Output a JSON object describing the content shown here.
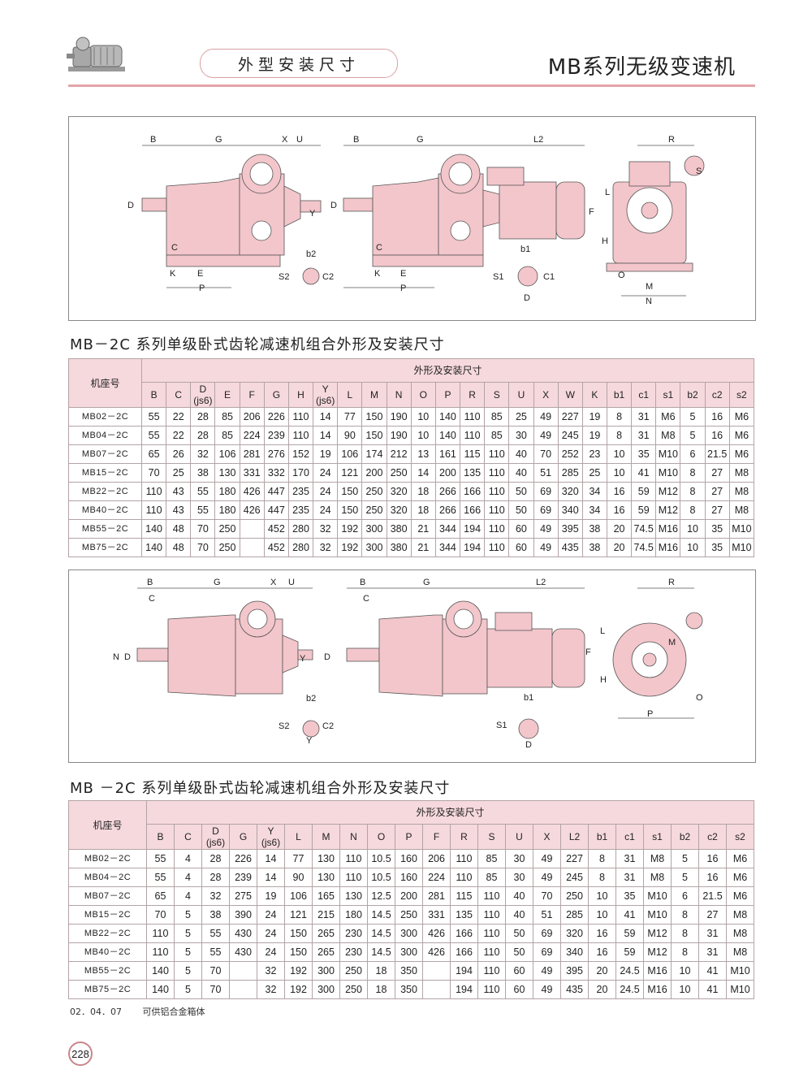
{
  "header": {
    "tab_label": "外型安装尺寸",
    "series_title": "MB系列无级变速机"
  },
  "colors": {
    "accent": "#e4a4aa",
    "fill": "#f6d9dd",
    "machine": "#f3c6cb"
  },
  "drawing1": {
    "labels": [
      "B",
      "G",
      "X",
      "U",
      "L2",
      "R",
      "D",
      "Y",
      "C",
      "K",
      "E",
      "P",
      "b2",
      "S2",
      "C2",
      "b1",
      "S1",
      "C1",
      "S",
      "L",
      "F",
      "H",
      "O",
      "M",
      "N"
    ]
  },
  "table1": {
    "title": "MB－2C 系列单级卧式齿轮减速机组合外形及安装尺寸",
    "corner": "机座号",
    "band": "外形及安装尺寸",
    "columns": [
      "B",
      "C",
      "D\n(js6)",
      "E",
      "F",
      "G",
      "H",
      "Y\n(js6)",
      "L",
      "M",
      "N",
      "O",
      "P",
      "R",
      "S",
      "U",
      "X",
      "W",
      "K",
      "b1",
      "c1",
      "s1",
      "b2",
      "c2",
      "s2"
    ],
    "rows": [
      [
        "MB02－2C",
        "55",
        "22",
        "28",
        "85",
        "206",
        "226",
        "110",
        "14",
        "77",
        "150",
        "190",
        "10",
        "140",
        "110",
        "85",
        "25",
        "49",
        "227",
        "19",
        "8",
        "31",
        "M6",
        "5",
        "16",
        "M6"
      ],
      [
        "MB04－2C",
        "55",
        "22",
        "28",
        "85",
        "224",
        "239",
        "110",
        "14",
        "90",
        "150",
        "190",
        "10",
        "140",
        "110",
        "85",
        "30",
        "49",
        "245",
        "19",
        "8",
        "31",
        "M8",
        "5",
        "16",
        "M6"
      ],
      [
        "MB07－2C",
        "65",
        "26",
        "32",
        "106",
        "281",
        "276",
        "152",
        "19",
        "106",
        "174",
        "212",
        "13",
        "161",
        "115",
        "110",
        "40",
        "70",
        "252",
        "23",
        "10",
        "35",
        "M10",
        "6",
        "21.5",
        "M6"
      ],
      [
        "MB15－2C",
        "70",
        "25",
        "38",
        "130",
        "331",
        "332",
        "170",
        "24",
        "121",
        "200",
        "250",
        "14",
        "200",
        "135",
        "110",
        "40",
        "51",
        "285",
        "25",
        "10",
        "41",
        "M10",
        "8",
        "27",
        "M8"
      ],
      [
        "MB22－2C",
        "110",
        "43",
        "55",
        "180",
        "426",
        "447",
        "235",
        "24",
        "150",
        "250",
        "320",
        "18",
        "266",
        "166",
        "110",
        "50",
        "69",
        "320",
        "34",
        "16",
        "59",
        "M12",
        "8",
        "27",
        "M8"
      ],
      [
        "MB40－2C",
        "110",
        "43",
        "55",
        "180",
        "426",
        "447",
        "235",
        "24",
        "150",
        "250",
        "320",
        "18",
        "266",
        "166",
        "110",
        "50",
        "69",
        "340",
        "34",
        "16",
        "59",
        "M12",
        "8",
        "27",
        "M8"
      ],
      [
        "MB55－2C",
        "140",
        "48",
        "70",
        "250",
        "",
        "452",
        "280",
        "32",
        "192",
        "300",
        "380",
        "21",
        "344",
        "194",
        "110",
        "60",
        "49",
        "395",
        "38",
        "20",
        "74.5",
        "M16",
        "10",
        "35",
        "M10"
      ],
      [
        "MB75－2C",
        "140",
        "48",
        "70",
        "250",
        "",
        "452",
        "280",
        "32",
        "192",
        "300",
        "380",
        "21",
        "344",
        "194",
        "110",
        "60",
        "49",
        "435",
        "38",
        "20",
        "74.5",
        "M16",
        "10",
        "35",
        "M10"
      ]
    ]
  },
  "drawing2": {
    "labels": [
      "B",
      "C",
      "G",
      "X",
      "U",
      "L2",
      "R",
      "N",
      "D",
      "Y",
      "b2",
      "S2",
      "C2",
      "b1",
      "S1",
      "D",
      "M",
      "L",
      "F",
      "H",
      "O",
      "P"
    ]
  },
  "table2": {
    "title": "MB －2C 系列单级卧式齿轮减速机组合外形及安装尺寸",
    "corner": "机座号",
    "band": "外形及安装尺寸",
    "columns": [
      "B",
      "C",
      "D\n(js6)",
      "G",
      "Y\n(js6)",
      "L",
      "M",
      "N",
      "O",
      "P",
      "F",
      "R",
      "S",
      "U",
      "X",
      "L2",
      "b1",
      "c1",
      "s1",
      "b2",
      "c2",
      "s2"
    ],
    "rows": [
      [
        "MB02－2C",
        "55",
        "4",
        "28",
        "226",
        "14",
        "77",
        "130",
        "110",
        "10.5",
        "160",
        "206",
        "110",
        "85",
        "30",
        "49",
        "227",
        "8",
        "31",
        "M8",
        "5",
        "16",
        "M6"
      ],
      [
        "MB04－2C",
        "55",
        "4",
        "28",
        "239",
        "14",
        "90",
        "130",
        "110",
        "10.5",
        "160",
        "224",
        "110",
        "85",
        "30",
        "49",
        "245",
        "8",
        "31",
        "M8",
        "5",
        "16",
        "M6"
      ],
      [
        "MB07－2C",
        "65",
        "4",
        "32",
        "275",
        "19",
        "106",
        "165",
        "130",
        "12.5",
        "200",
        "281",
        "115",
        "110",
        "40",
        "70",
        "250",
        "10",
        "35",
        "M10",
        "6",
        "21.5",
        "M6"
      ],
      [
        "MB15－2C",
        "70",
        "5",
        "38",
        "390",
        "24",
        "121",
        "215",
        "180",
        "14.5",
        "250",
        "331",
        "135",
        "110",
        "40",
        "51",
        "285",
        "10",
        "41",
        "M10",
        "8",
        "27",
        "M8"
      ],
      [
        "MB22－2C",
        "110",
        "5",
        "55",
        "430",
        "24",
        "150",
        "265",
        "230",
        "14.5",
        "300",
        "426",
        "166",
        "110",
        "50",
        "69",
        "320",
        "16",
        "59",
        "M12",
        "8",
        "31",
        "M8"
      ],
      [
        "MB40－2C",
        "110",
        "5",
        "55",
        "430",
        "24",
        "150",
        "265",
        "230",
        "14.5",
        "300",
        "426",
        "166",
        "110",
        "50",
        "69",
        "340",
        "16",
        "59",
        "M12",
        "8",
        "31",
        "M8"
      ],
      [
        "MB55－2C",
        "140",
        "5",
        "70",
        "",
        "32",
        "192",
        "300",
        "250",
        "18",
        "350",
        "",
        "194",
        "110",
        "60",
        "49",
        "395",
        "20",
        "24.5",
        "M16",
        "10",
        "41",
        "M10"
      ],
      [
        "MB75－2C",
        "140",
        "5",
        "70",
        "",
        "32",
        "192",
        "300",
        "250",
        "18",
        "350",
        "",
        "194",
        "110",
        "60",
        "49",
        "435",
        "20",
        "24.5",
        "M16",
        "10",
        "41",
        "M10"
      ]
    ]
  },
  "footer": {
    "date": "02．04．07",
    "note": "可供铝合金箱体",
    "page_number": "228"
  }
}
